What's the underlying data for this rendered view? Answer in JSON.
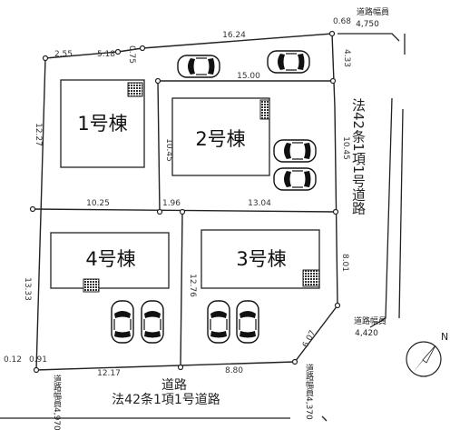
{
  "buildings": [
    {
      "id": "b1",
      "label": "1号棟"
    },
    {
      "id": "b2",
      "label": "2号棟"
    },
    {
      "id": "b3",
      "label": "3号棟"
    },
    {
      "id": "b4",
      "label": "4号棟"
    }
  ],
  "dimensions": {
    "top_left_a": "2.55",
    "top_left_b": "5.18",
    "top_left_c": "0.75",
    "top_right_long": "16.24",
    "top_right_corner": "0.68",
    "lot2_top": "15.00",
    "right_top": "4.33",
    "left_upper": "12.27",
    "lot2_left": "10.45",
    "lot2_right": "10.45",
    "mid_left": "10.25",
    "mid_center": "1.96",
    "mid_right": "13.04",
    "left_lower": "13.33",
    "lot3_left": "12.76",
    "right_lower": "8.01",
    "bottom_corner_a": "0.12",
    "bottom_corner_b": "0.91",
    "bottom_left": "12.17",
    "bottom_mid": "8.80",
    "diagonal": "6.07"
  },
  "roads": {
    "top_width_title": "道路幅員",
    "top_width_value": "4,750",
    "right_road": "法42条1項1号道路",
    "right_width_title": "道路幅員",
    "right_width_value": "4,420",
    "bottom_road_title": "道路",
    "bottom_road_law": "法42条1項1号道路",
    "bottom_left_width": "道路幅員4,970",
    "bottom_right_width": "道路幅員4,370"
  },
  "north_label": "N"
}
